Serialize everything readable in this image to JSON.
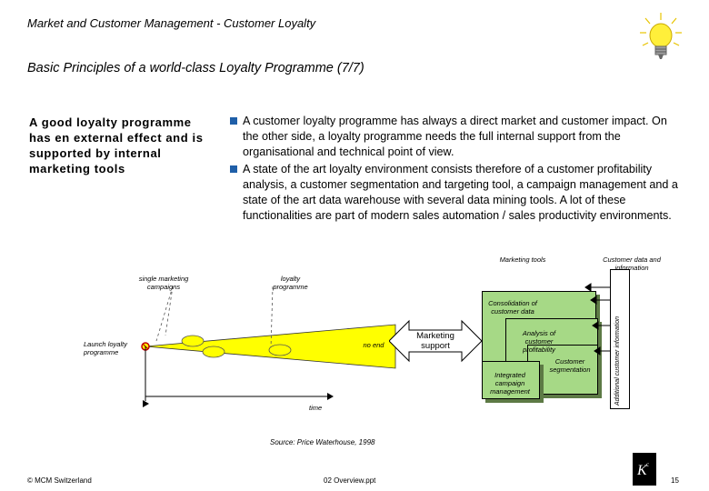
{
  "header": "Market and Customer Management - Customer Loyalty",
  "title": "Basic Principles of a world-class Loyalty Programme (7/7)",
  "lead_text": "A good loyalty programme has en external effect and is supported by internal marketing tools",
  "bullets": [
    "A customer loyalty programme has always a direct market and customer impact. On the other side, a loyalty programme needs the full internal support from the organisational and technical point of view.",
    "A state of the art loyalty environment consists therefore of a customer profitability analysis, a customer segmentation and targeting tool, a campaign management and a state of the art data warehouse with several data mining tools. A lot of these functionalities are part of modern sales automation / sales productivity environments."
  ],
  "diagram": {
    "single_marketing_campaigns": "single marketing campaigns",
    "loyalty_programme": "loyalty programme",
    "launch_loyalty_programme": "Launch loyalty programme",
    "no_end": "no end",
    "time": "time",
    "marketing_support": "Marketing support",
    "marketing_tools": "Marketing tools",
    "customer_data_info": "Customer data and information",
    "consolidation": "Consolidation of customer data",
    "analysis": "Analysis of customer profitability",
    "segmentation": "Customer segmentation",
    "campaign_mgmt": "Integrated campaign management",
    "additional_info": "Additional customer information"
  },
  "source": "Source: Price Waterhouse, 1998",
  "footer": {
    "left": "© MCM Switzerland",
    "center": "02 Overview.ppt",
    "page": "15"
  },
  "colors": {
    "bullet": "#1f5fa8",
    "green_box": "#a6d986",
    "yellow": "#ffff00"
  }
}
